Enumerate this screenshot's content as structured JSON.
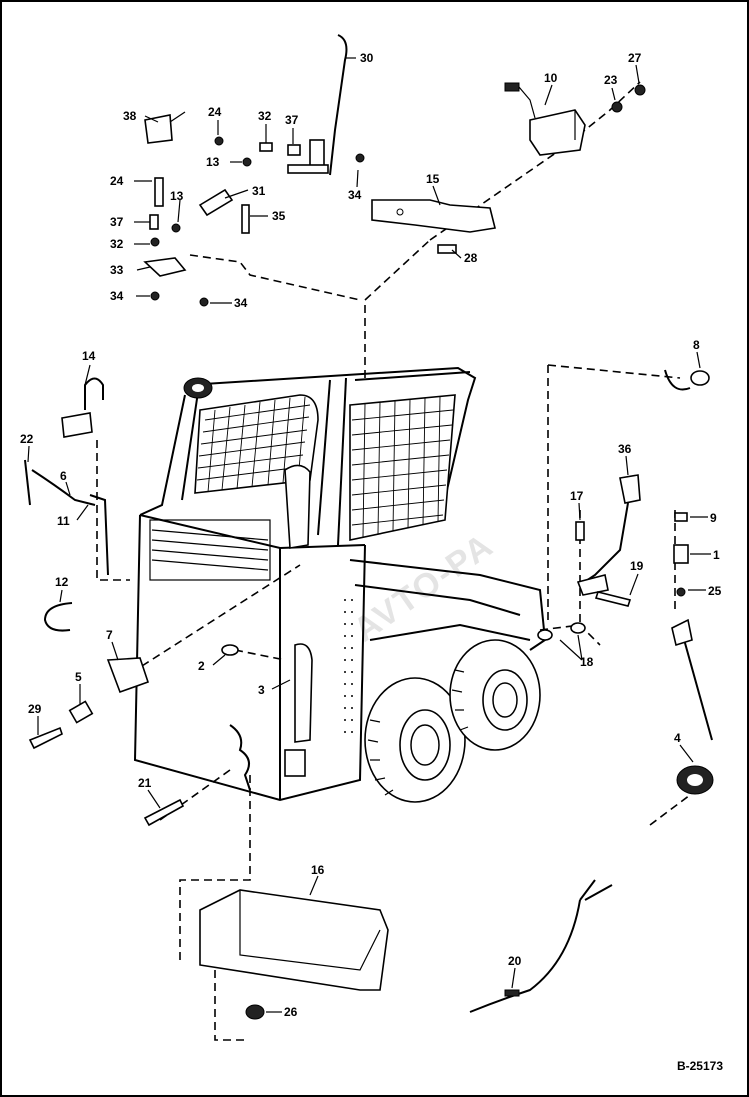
{
  "diagram": {
    "figure_id": "B-25173",
    "watermark": "AVTO-PA",
    "callouts": {
      "c1": "1",
      "c2": "2",
      "c3": "3",
      "c4": "4",
      "c5": "5",
      "c6": "6",
      "c7": "7",
      "c8": "8",
      "c9": "9",
      "c10": "10",
      "c11": "11",
      "c12": "12",
      "c13a": "13",
      "c13b": "13",
      "c14": "14",
      "c15": "15",
      "c16": "16",
      "c17": "17",
      "c18": "18",
      "c19": "19",
      "c20": "20",
      "c21": "21",
      "c22": "22",
      "c23": "23",
      "c24a": "24",
      "c24b": "24",
      "c25": "25",
      "c26": "26",
      "c27": "27",
      "c28": "28",
      "c29": "29",
      "c30": "30",
      "c31": "31",
      "c32a": "32",
      "c32b": "32",
      "c33": "33",
      "c34a": "34",
      "c34b": "34",
      "c34c": "34",
      "c35": "35",
      "c36": "36",
      "c37a": "37",
      "c37b": "37",
      "c38": "38"
    },
    "colors": {
      "ink": "#000000",
      "paper": "#ffffff"
    }
  }
}
